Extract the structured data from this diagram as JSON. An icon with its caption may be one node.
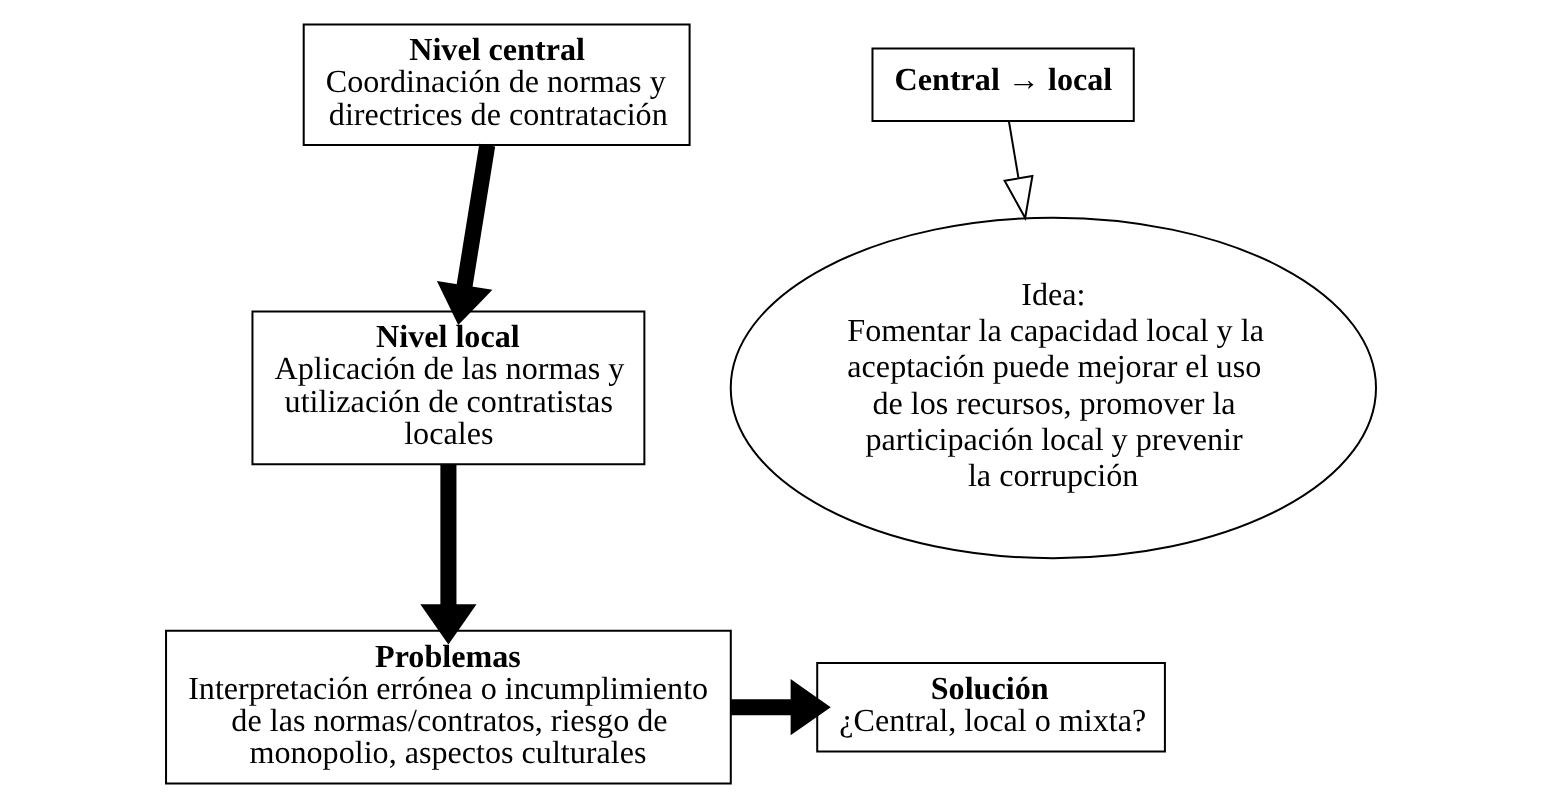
{
  "diagram": {
    "nodes": [
      {
        "text": [
          "Nivel central",
          "Coordinación de normas y directrices de contratación"
        ]
      },
      {
        "text": [
          "Nivel local",
          "Aplicación de las normas y utilización de contratistas locales"
        ]
      },
      {
        "text": [
          "Problemas",
          "Interpretación errónea o incumplimiento de las normas/contratos, riesgo de monopolio, aspectos culturales"
        ]
      },
      {
        "text": [
          "Solución",
          "¿Central, local o mixta?"
        ]
      },
      {
        "text": [
          "Central → local"
        ]
      },
      {
        "text": [
          "Idea:",
          "Fomentar la capacidad local y la aceptación puede mejorar el uso de los recursos, promover la participación local y prevenir la corrupción"
        ]
      }
    ],
    "edges": [
      {
        "from": 0,
        "to": 1,
        "arrow": "to"
      },
      {
        "from": 1,
        "to": 2,
        "arrow": "to"
      },
      {
        "from": 2,
        "to": 3,
        "arrow": "to"
      },
      {
        "from": 4,
        "to": 5,
        "arrow": "to"
      }
    ]
  }
}
